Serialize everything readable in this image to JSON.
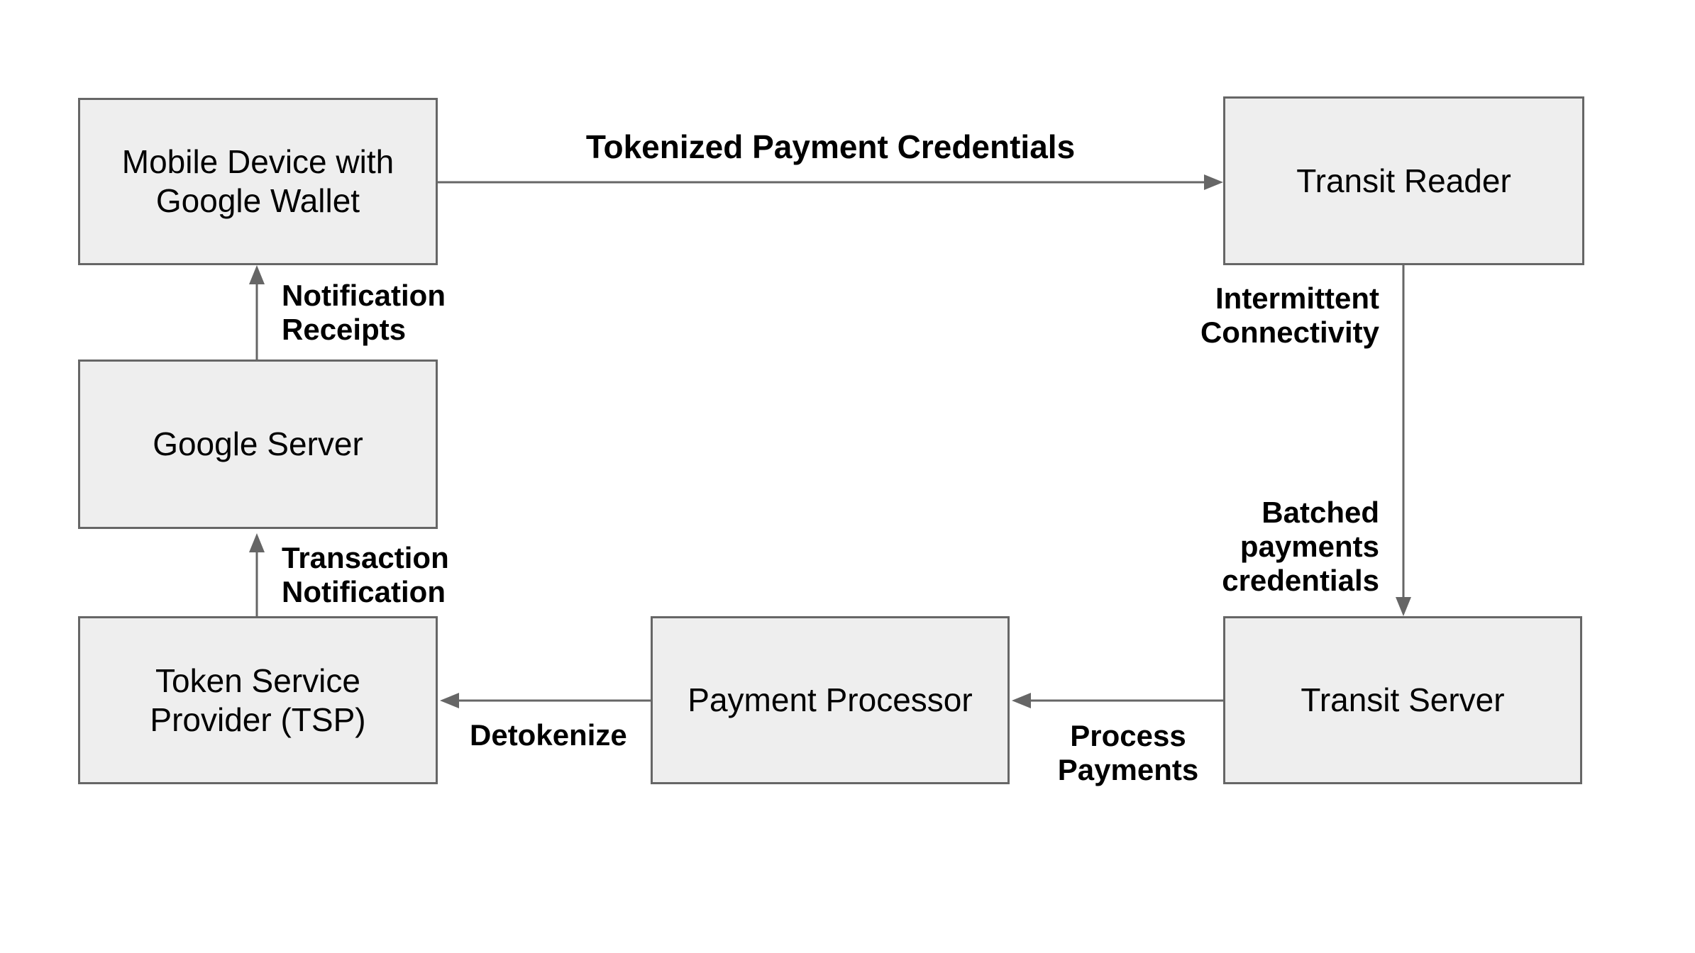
{
  "colors": {
    "background": "#ffffff",
    "node_fill": "#eeeeee",
    "node_border": "#666666",
    "arrow": "#666666",
    "text": "#000000"
  },
  "nodes": {
    "mobile_device": {
      "label": "Mobile Device with\nGoogle Wallet"
    },
    "transit_reader": {
      "label": "Transit Reader"
    },
    "google_server": {
      "label": "Google Server"
    },
    "token_service_provider": {
      "label": "Token Service\nProvider (TSP)"
    },
    "payment_processor": {
      "label": "Payment Processor"
    },
    "transit_server": {
      "label": "Transit Server"
    }
  },
  "edges": {
    "tokenized_payment_credentials": {
      "label": "Tokenized Payment Credentials",
      "from": "mobile_device",
      "to": "transit_reader",
      "direction": "right"
    },
    "intermittent_connectivity": {
      "label": "Intermittent\nConnectivity",
      "from": "transit_reader",
      "to": "transit_server",
      "direction": "down"
    },
    "batched_payments_credentials": {
      "label": "Batched\npayments\ncredentials",
      "from": "transit_reader",
      "to": "transit_server",
      "direction": "down"
    },
    "process_payments": {
      "label": "Process\nPayments",
      "from": "transit_server",
      "to": "payment_processor",
      "direction": "left"
    },
    "detokenize": {
      "label": "Detokenize",
      "from": "payment_processor",
      "to": "token_service_provider",
      "direction": "left"
    },
    "transaction_notification": {
      "label": "Transaction\nNotification",
      "from": "token_service_provider",
      "to": "google_server",
      "direction": "up"
    },
    "notification_receipts": {
      "label": "Notification\nReceipts",
      "from": "google_server",
      "to": "mobile_device",
      "direction": "up"
    }
  }
}
